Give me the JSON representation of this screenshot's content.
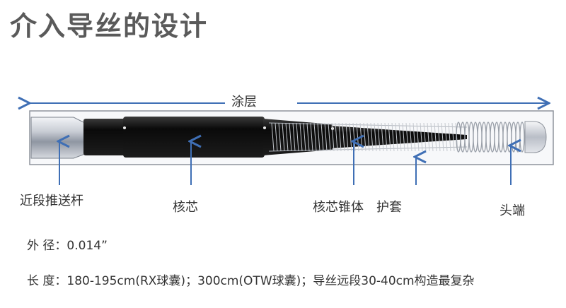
{
  "title": "介入导丝的设计",
  "labels": {
    "coating": "涂层",
    "proximal_pusher": "近段推送杆",
    "core": "核芯",
    "core_taper": "核芯锥体",
    "jacket": "护套",
    "tip": "头端"
  },
  "notes": {
    "outer_diameter": "外 径：0.014”",
    "length": "长 度：180-195cm(RX球囊)；300cm(OTW球囊)；导丝远段30-40cm构造最复杂"
  },
  "colors": {
    "arrow": "#3f6fb5",
    "core": "#111111",
    "title": "#5a5a5a"
  }
}
